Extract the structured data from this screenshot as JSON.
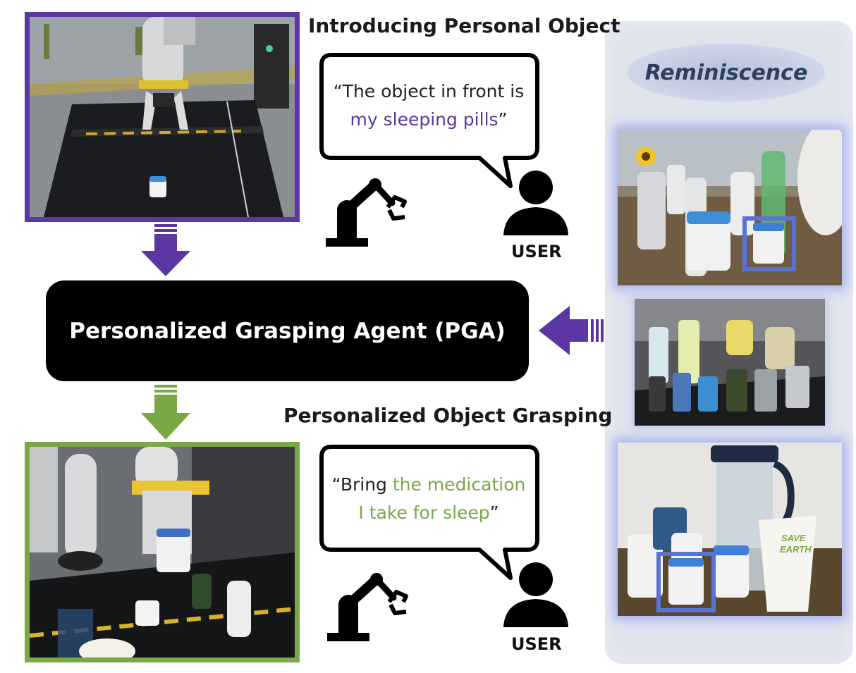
{
  "top_section": {
    "title": "Introducing Personal Object",
    "bubble_prefix": "“The object in front is",
    "bubble_highlight": "my sleeping pills",
    "bubble_suffix": "”",
    "user_label": "USER"
  },
  "center": {
    "agent_label": "Personalized Grasping Agent (PGA)"
  },
  "bottom_section": {
    "title": "Personalized Object Grasping",
    "bubble_prefix": "“Bring ",
    "bubble_highlight_line1": "the medication",
    "bubble_highlight_line2": "I take for sleep",
    "bubble_suffix": "”",
    "user_label": "USER"
  },
  "reminiscence": {
    "label": "Reminiscence",
    "cup_text_1": "SAVE",
    "cup_text_2": "EARTH"
  },
  "colors": {
    "purple": "#5b37a3",
    "green": "#79a845",
    "highlight_box": "#5a72d6"
  }
}
